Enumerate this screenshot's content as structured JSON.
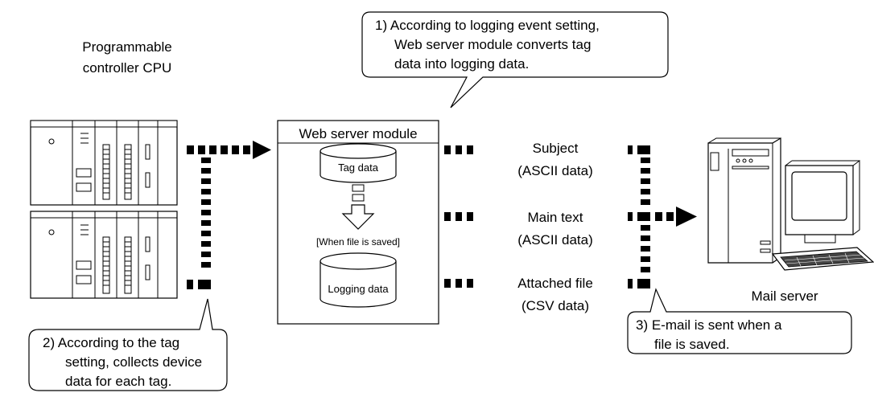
{
  "plc": {
    "label_line1": "Programmable",
    "label_line2": "controller CPU"
  },
  "module": {
    "title": "Web server module",
    "tag_data": "Tag data",
    "when_saved": "[When file is saved]",
    "logging_data": "Logging data"
  },
  "email_parts": [
    {
      "line1": "Subject",
      "line2": "(ASCII data)"
    },
    {
      "line1": "Main text",
      "line2": "(ASCII data)"
    },
    {
      "line1": "Attached file",
      "line2": "(CSV data)"
    }
  ],
  "mail_server": {
    "label": "Mail server"
  },
  "callouts": {
    "c1": {
      "line1": "1) According to logging event setting,",
      "line2": "Web server module converts tag",
      "line3": "data into logging data."
    },
    "c2": {
      "line1": "2) According to the tag",
      "line2": "setting, collects device",
      "line3": "data for each tag."
    },
    "c3": {
      "line1": "3) E-mail is sent when a",
      "line2": "file is saved."
    }
  }
}
